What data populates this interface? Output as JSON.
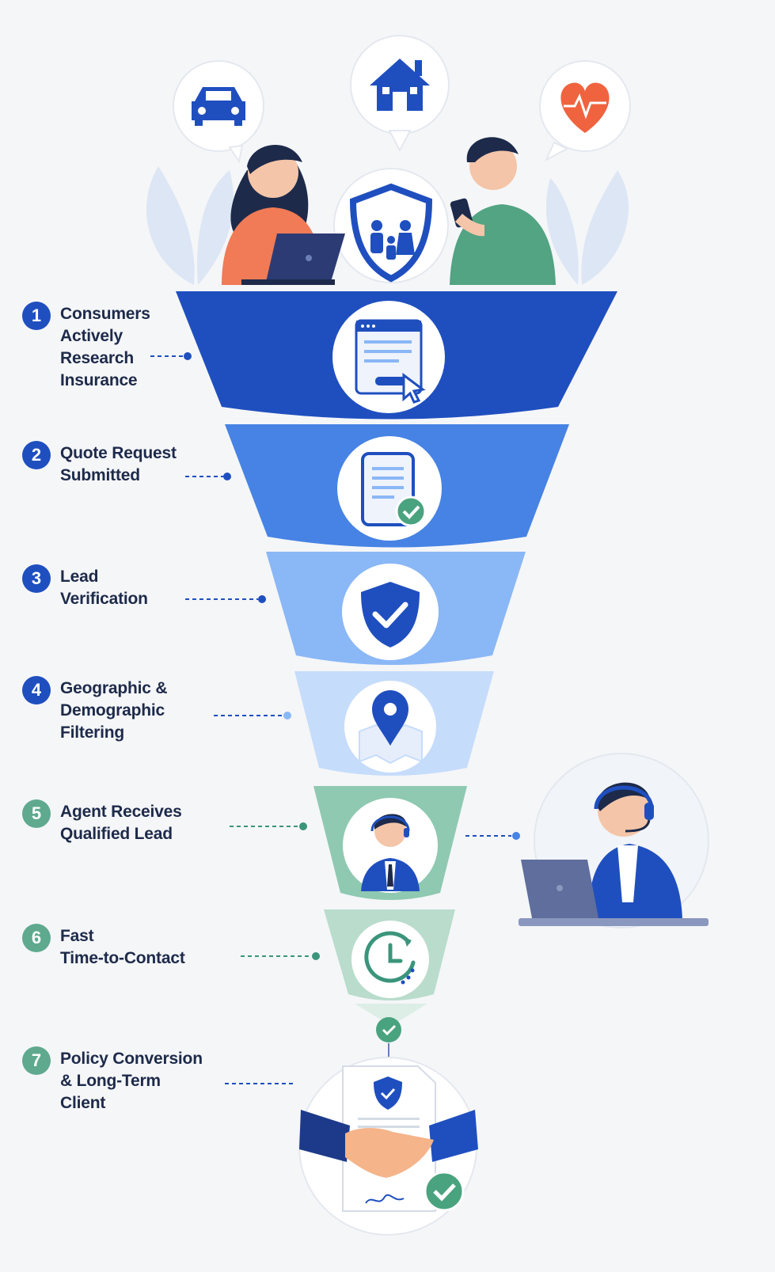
{
  "colors": {
    "blue": "#1f4fbf",
    "mid": "#4683e4",
    "light": "#8ab7f6",
    "pale": "#c6dcfb",
    "teal": "#5fa98f",
    "mint": "#9ccfb8",
    "softmint": "#c3e2d4",
    "ink": "#1d2a4a"
  },
  "top_icons": [
    "car-icon",
    "house-icon",
    "heart-icon",
    "family-shield-icon"
  ],
  "steps": [
    {
      "number": "1",
      "label": "Consumers\nActively\nResearch\nInsurance",
      "icon": "web-form-icon",
      "color": "#1f4fbf"
    },
    {
      "number": "2",
      "label": "Quote Request\nSubmitted",
      "icon": "tablet-check-icon",
      "color": "#1f4fbf"
    },
    {
      "number": "3",
      "label": "Lead\nVerification",
      "icon": "shield-check-icon",
      "color": "#1f4fbf"
    },
    {
      "number": "4",
      "label": "Geographic &\nDemographic\nFiltering",
      "icon": "map-pin-icon",
      "color": "#1f4fbf"
    },
    {
      "number": "5",
      "label": "Agent Receives\nQualified Lead",
      "icon": "agent-headset-icon",
      "color": "#5fa98f"
    },
    {
      "number": "6",
      "label": "Fast\nTime-to-Contact",
      "icon": "clock-icon",
      "color": "#5fa98f"
    },
    {
      "number": "7",
      "label": "Policy Conversion\n& Long-Term\nClient",
      "icon": "handshake-icon",
      "color": "#5fa98f"
    }
  ]
}
